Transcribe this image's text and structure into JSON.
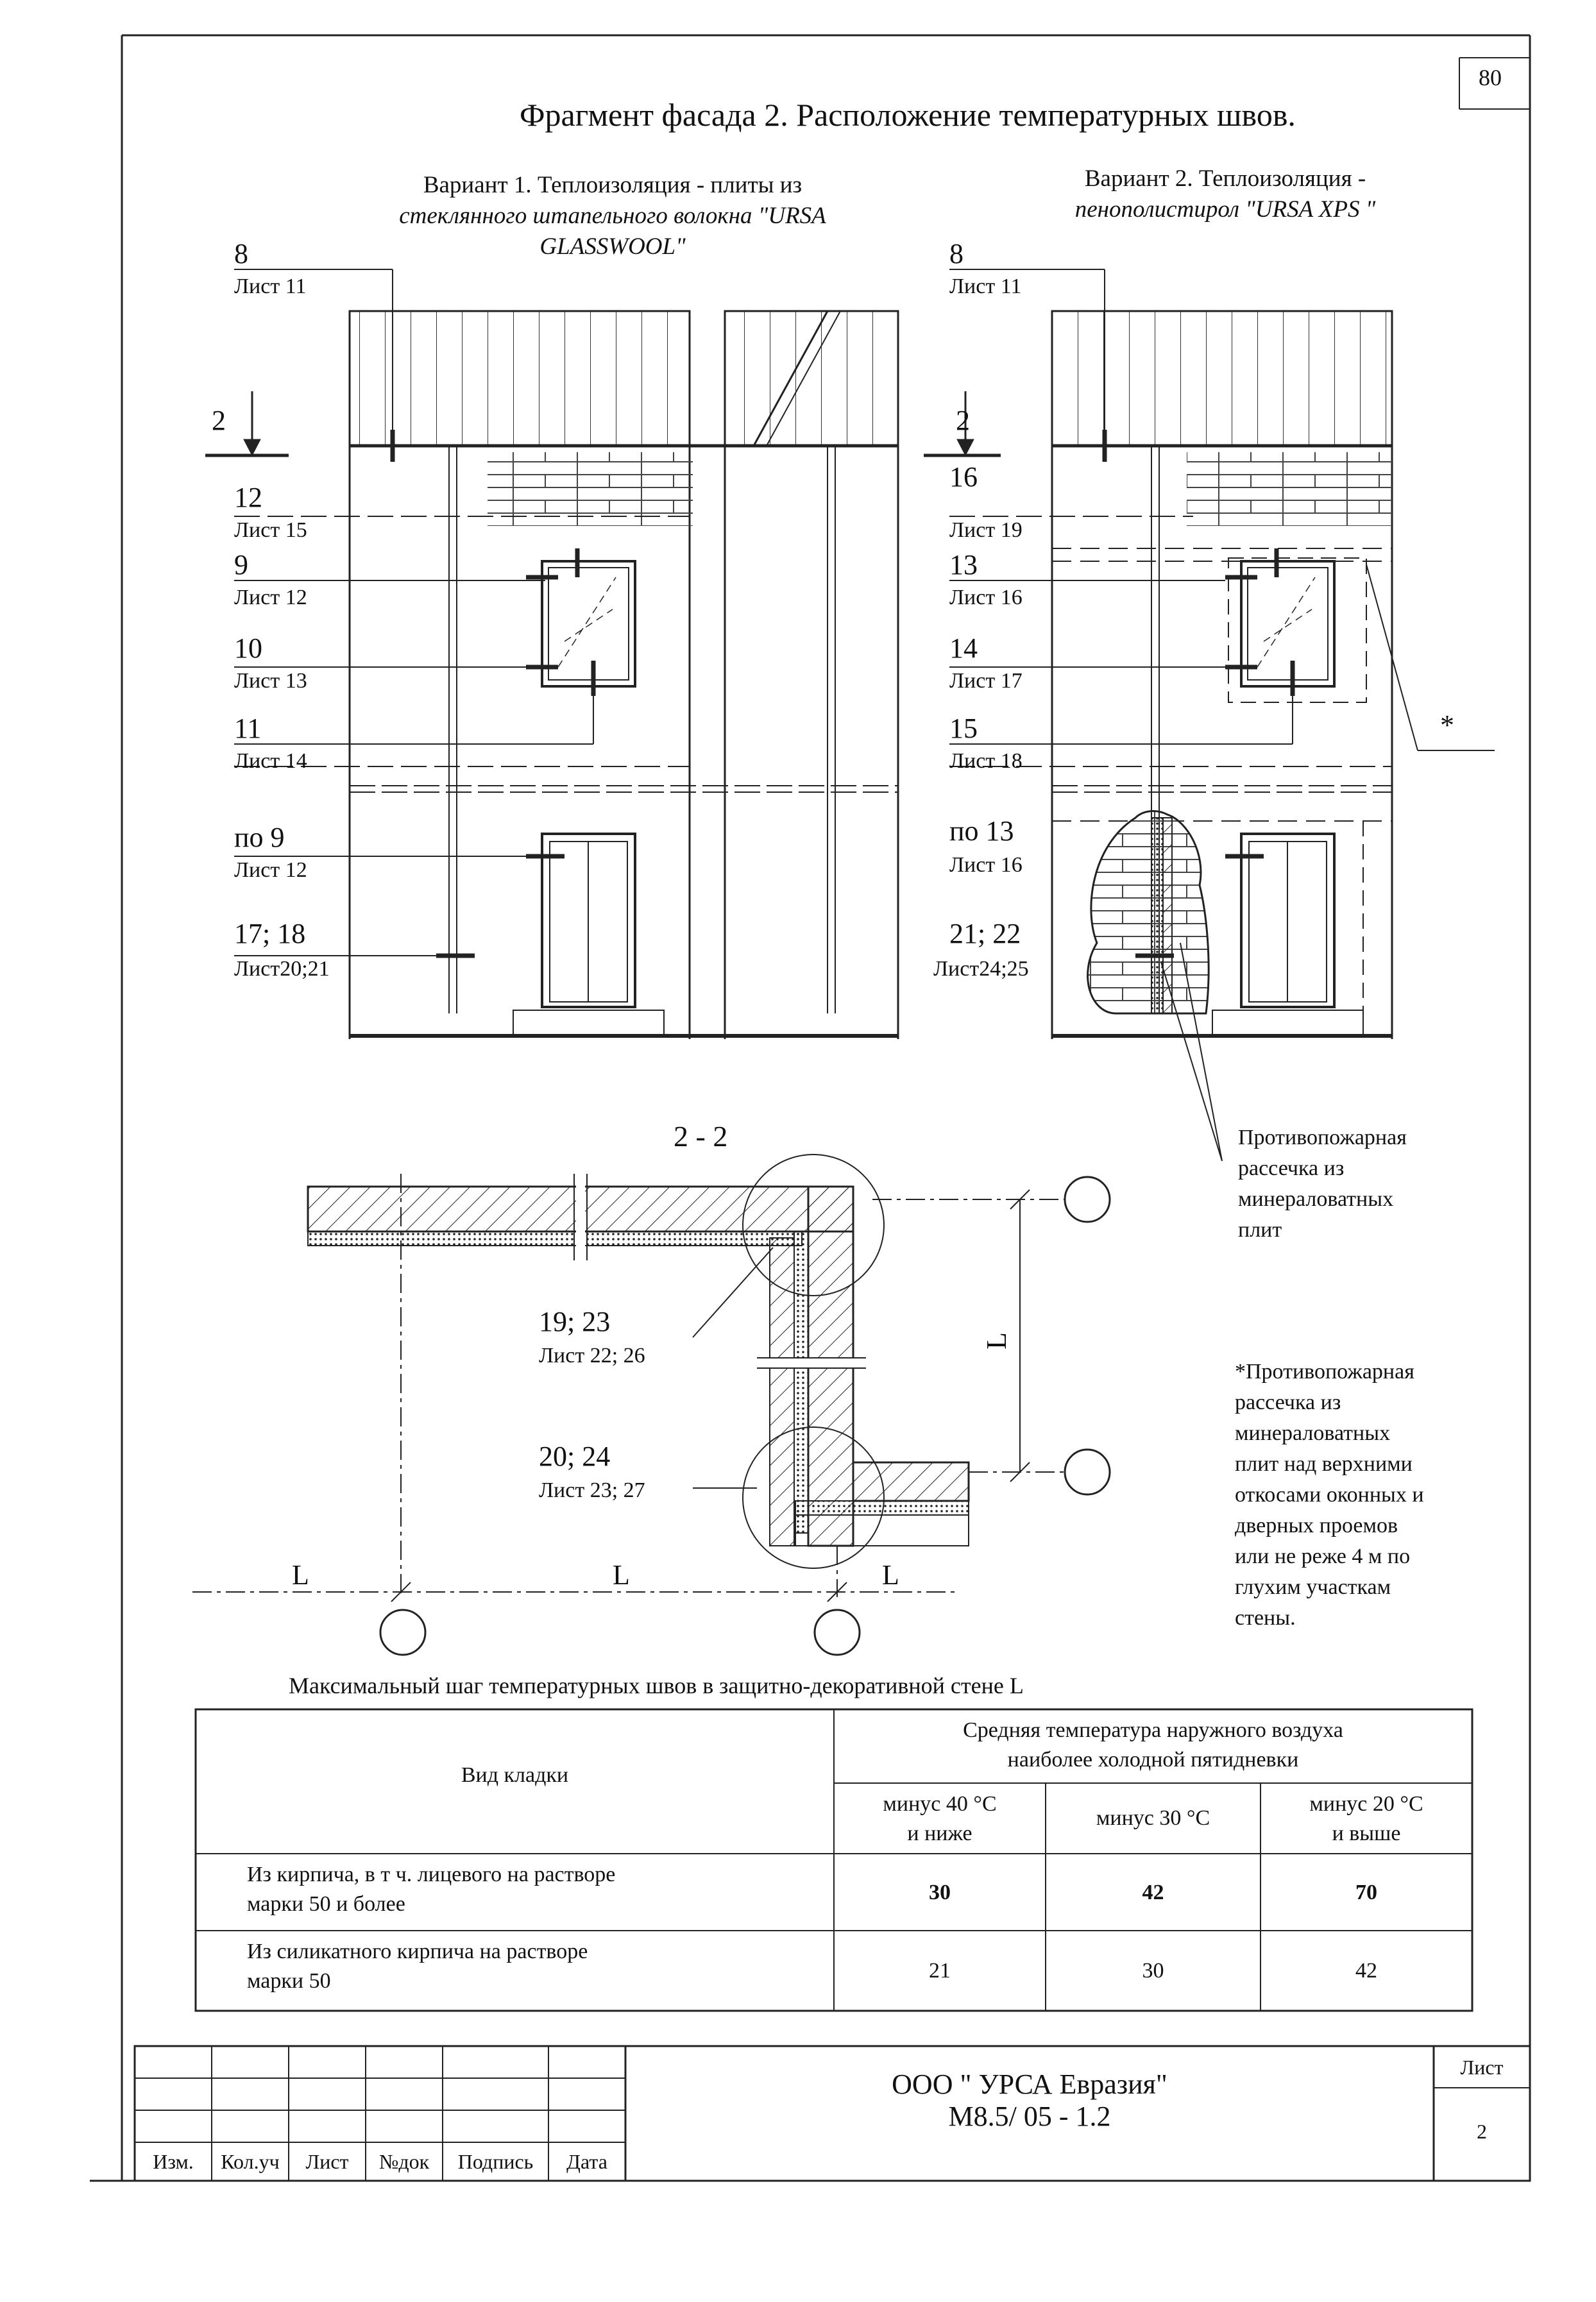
{
  "page_number": "80",
  "title": "Фрагмент фасада 2. Расположение температурных швов.",
  "variant1": {
    "line1": "Вариант 1. Теплоизоляция - плиты из",
    "line2": "стеклянного штапельного волокна \"URSA",
    "line3": "GLASSWOOL\""
  },
  "variant2": {
    "line1": "Вариант 2. Теплоизоляция -",
    "line2": "пенополистирол \"URSA XPS \""
  },
  "section_mark": "2",
  "section_title": "2 - 2",
  "left_callouts": [
    {
      "num": "8",
      "sheet": "Лист 11"
    },
    {
      "num": "12",
      "sheet": "Лист 15"
    },
    {
      "num": "9",
      "sheet": "Лист 12"
    },
    {
      "num": "10",
      "sheet": "Лист 13"
    },
    {
      "num": "11",
      "sheet": "Лист 14"
    },
    {
      "num": "по 9",
      "sheet": "Лист 12"
    },
    {
      "num": "17; 18",
      "sheet": "Лист20;21"
    }
  ],
  "right_callouts": [
    {
      "num": "8",
      "sheet": "Лист 11"
    },
    {
      "num": "16",
      "sheet": "Лист 19"
    },
    {
      "num": "13",
      "sheet": "Лист 16"
    },
    {
      "num": "14",
      "sheet": "Лист 17"
    },
    {
      "num": "15",
      "sheet": "Лист 18"
    },
    {
      "num": "по 13",
      "sheet": "Лист 16"
    },
    {
      "num": "21; 22",
      "sheet": "Лист24;25"
    }
  ],
  "section_callouts": [
    {
      "num": "19; 23",
      "sheet": "Лист 22; 26"
    },
    {
      "num": "20; 24",
      "sheet": "Лист 23; 27"
    }
  ],
  "asterisk": "*",
  "dim_label": "L",
  "fire_break_note": [
    "Противопожарная",
    "рассечка из",
    "минераловатных",
    "плит"
  ],
  "star_note": [
    "*Противопожарная",
    "рассечка из",
    "минераловатных",
    "плит над верхними",
    "откосами оконных и",
    "дверных проемов",
    "или не реже 4 м по",
    "глухим участкам",
    "стены."
  ],
  "table": {
    "caption": "Максимальный шаг температурных швов в защитно-декоративной стене L",
    "col1_header": "Вид кладки",
    "group_header": [
      "Средняя температура наружного воздуха",
      "наиболее холодной пятидневки"
    ],
    "sub_headers": [
      [
        "минус 40 °С",
        "и ниже"
      ],
      [
        "минус 30 °С"
      ],
      [
        "минус 20 °С",
        "и выше"
      ]
    ],
    "rows": [
      {
        "label": [
          "Из кирпича, в т ч. лицевого на растворе",
          "марки 50 и более"
        ],
        "values": [
          "30",
          "42",
          "70"
        ]
      },
      {
        "label": [
          "Из силикатного кирпича на растворе",
          "марки 50"
        ],
        "values": [
          "21",
          "30",
          "42"
        ]
      }
    ]
  },
  "stamp": {
    "headers": [
      "Изм.",
      "Кол.уч",
      "Лист",
      "№док",
      "Подпись",
      "Дата"
    ],
    "company": "ООО \" УРСА Евразия\"",
    "code": "М8.5/ 05 - 1.2",
    "sheet_label": "Лист",
    "sheet_value": "2"
  }
}
